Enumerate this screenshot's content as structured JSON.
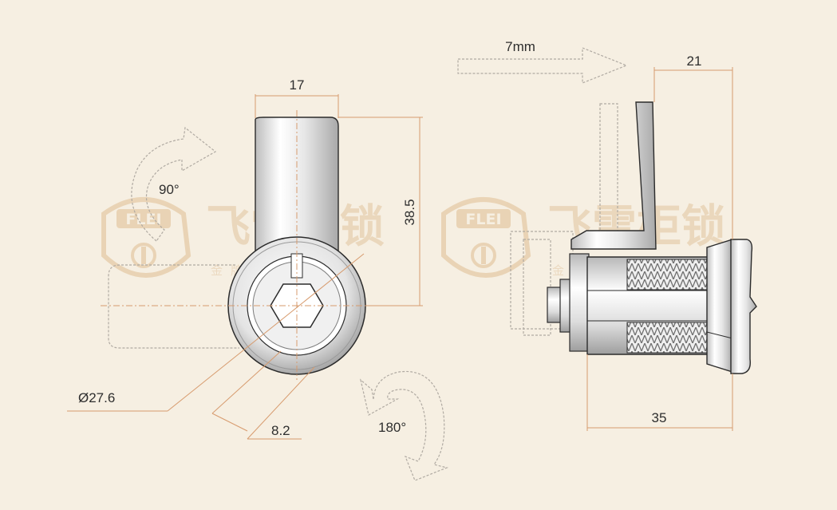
{
  "watermark": {
    "logo_text": "FLEI",
    "brand_cn": "飞雷柜锁",
    "slogan_cn": "金牌品质保障",
    "color": "#e7cfae"
  },
  "front_view": {
    "width_label": "17",
    "height_label": "38.5",
    "diameter_label": "Ø27.6",
    "key_label": "8.2",
    "rotation_90_label": "90°",
    "rotation_180_label": "180°"
  },
  "side_view": {
    "offset_label": "7mm",
    "cam_width_label": "21",
    "body_length_label": "35"
  },
  "colors": {
    "background": "#f6efe2",
    "dimension_line": "#d79b6e",
    "outline": "#2b2b2b",
    "metal_light": "#ffffff",
    "metal_shade": "#c9c9c9",
    "arrow_dash": "#b0aaa2"
  }
}
